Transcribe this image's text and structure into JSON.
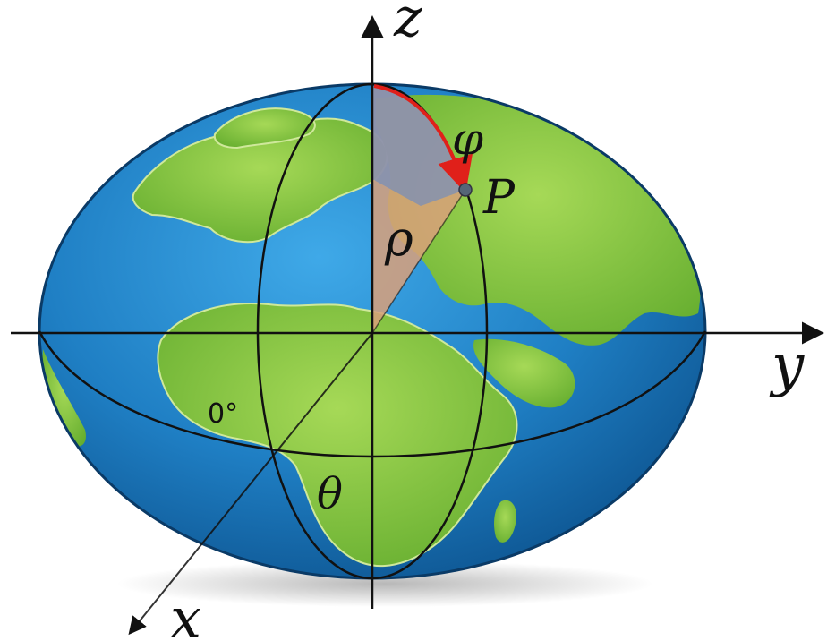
{
  "labels": {
    "z_axis": "z",
    "y_axis": "y",
    "x_axis": "x",
    "phi": "φ",
    "point": "P",
    "rho": "ρ",
    "theta": "θ",
    "prime_meridian": "0°"
  },
  "colors": {
    "ocean": "#1f7fc4",
    "ocean_dark": "#0b4f8a",
    "land": "#8cc63f",
    "land_dark": "#4e9a1e",
    "wedge": "#d9a07a",
    "wedge_blue": "#7a8fb8",
    "arc": "#e0201a",
    "axis": "#111111"
  }
}
